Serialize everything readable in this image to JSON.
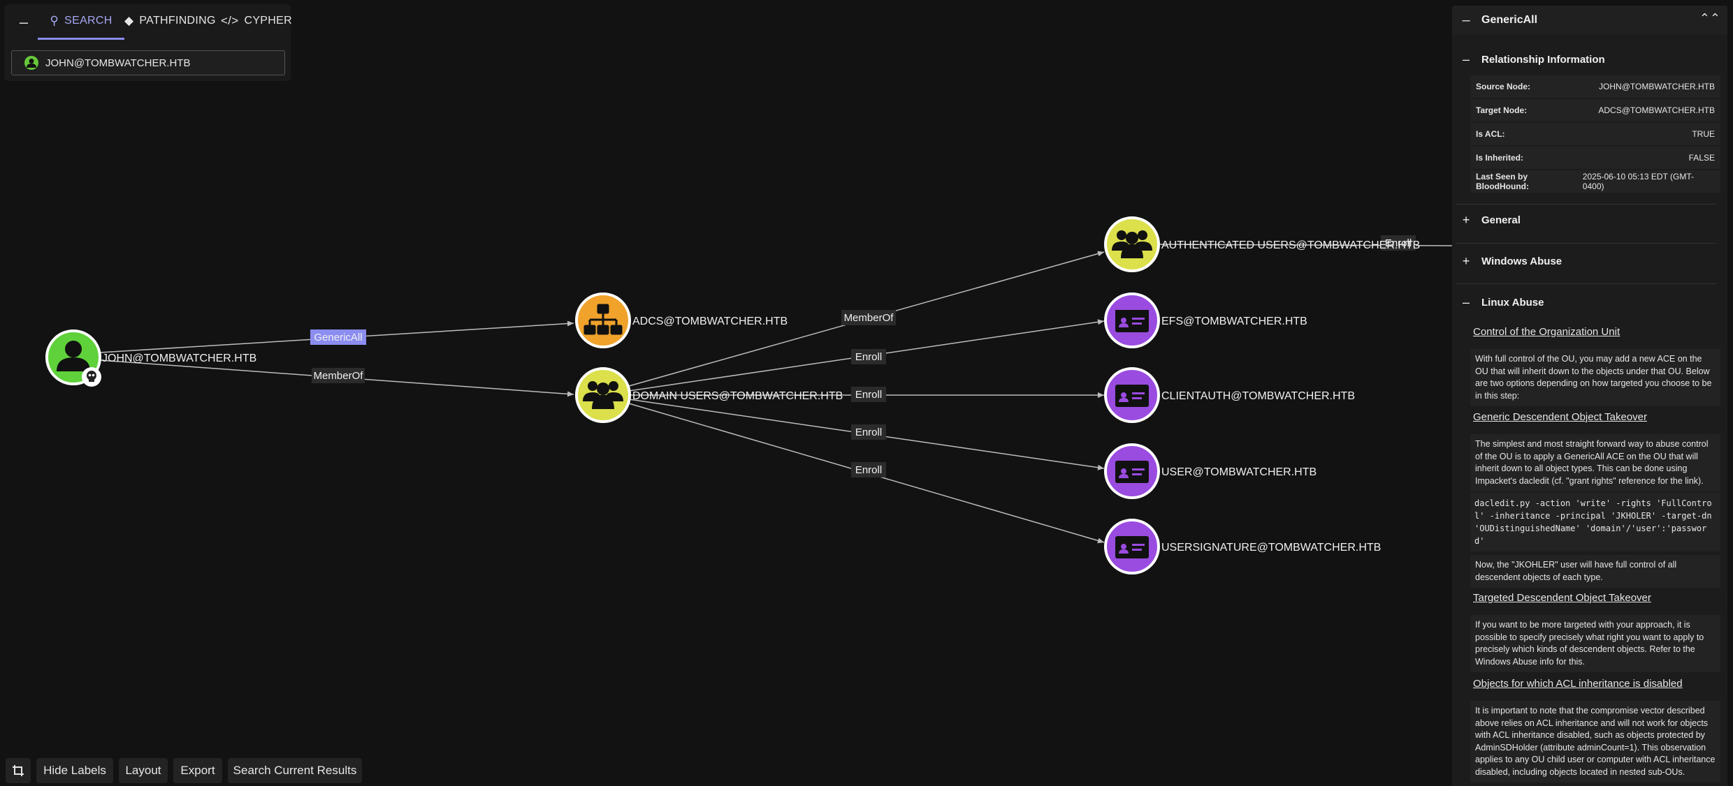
{
  "search_panel": {
    "tabs": [
      {
        "label": "SEARCH",
        "icon": "search-icon"
      },
      {
        "label": "PATHFINDING",
        "icon": "diamond-direction-icon"
      },
      {
        "label": "CYPHER",
        "icon": "code-icon"
      }
    ],
    "search_value": "JOHN@TOMBWATCHER.HTB"
  },
  "colors": {
    "user_node": "#5fd13a",
    "ou_node": "#f0a22b",
    "group_node": "#dbe04b",
    "cert_template_node": "#9a4be0",
    "accent": "#8b8df0",
    "highlighted_edge_label": "#8b8df0"
  },
  "graph": {
    "nodes": [
      {
        "id": "john",
        "label": "JOHN@TOMBWATCHER.HTB",
        "type": "user",
        "owned": true
      },
      {
        "id": "adcs",
        "label": "ADCS@TOMBWATCHER.HTB",
        "type": "ou"
      },
      {
        "id": "domusers",
        "label": "DOMAIN USERS@TOMBWATCHER.HTB",
        "type": "group"
      },
      {
        "id": "authusers",
        "label": "AUTHENTICATED USERS@TOMBWATCHER.HTB",
        "type": "group"
      },
      {
        "id": "efs",
        "label": "EFS@TOMBWATCHER.HTB",
        "type": "cert_template"
      },
      {
        "id": "clientauth",
        "label": "CLIENTAUTH@TOMBWATCHER.HTB",
        "type": "cert_template"
      },
      {
        "id": "user",
        "label": "USER@TOMBWATCHER.HTB",
        "type": "cert_template"
      },
      {
        "id": "usersig",
        "label": "USERSIGNATURE@TOMBWATCHER.HTB",
        "type": "cert_template"
      }
    ],
    "edges": [
      {
        "from": "john",
        "to": "adcs",
        "label": "GenericAll",
        "selected": true
      },
      {
        "from": "john",
        "to": "domusers",
        "label": "MemberOf"
      },
      {
        "from": "domusers",
        "to": "authusers",
        "label": "MemberOf"
      },
      {
        "from": "domusers",
        "to": "efs",
        "label": "Enroll"
      },
      {
        "from": "domusers",
        "to": "clientauth",
        "label": "Enroll"
      },
      {
        "from": "domusers",
        "to": "user",
        "label": "Enroll"
      },
      {
        "from": "domusers",
        "to": "usersig",
        "label": "Enroll"
      },
      {
        "from": "authusers",
        "to": "offscreen",
        "label": "Enroll"
      }
    ]
  },
  "toolbar": {
    "hide_labels": "Hide Labels",
    "layout": "Layout",
    "export": "Export",
    "search_current": "Search Current Results"
  },
  "panel": {
    "title": "GenericAll",
    "sections": {
      "relationship_info": "Relationship Information",
      "general": "General",
      "windows_abuse": "Windows Abuse",
      "linux_abuse": "Linux Abuse"
    },
    "relationship": [
      {
        "key": "Source Node:",
        "value": "JOHN@TOMBWATCHER.HTB"
      },
      {
        "key": "Target Node:",
        "value": "ADCS@TOMBWATCHER.HTB"
      },
      {
        "key": "Is ACL:",
        "value": "TRUE"
      },
      {
        "key": "Is Inherited:",
        "value": "FALSE"
      },
      {
        "key": "Last Seen by BloodHound:",
        "value": "2025-06-10 05:13 EDT (GMT-0400)"
      }
    ],
    "linux": {
      "h1": "Control of the Organization Unit",
      "p1": "With full control of the OU, you may add a new ACE on the OU that will inherit down to the objects under that OU. Below are two options depending on how targeted you choose to be in this step:",
      "h2": "Generic Descendent Object Takeover",
      "p2": "The simplest and most straight forward way to abuse control of the OU is to apply a GenericAll ACE on the OU that will inherit down to all object types. This can be done using Impacket's dacledit (cf. \"grant rights\" reference for the link).",
      "code": "dacledit.py -action 'write' -rights 'FullControl' -inheritance -principal 'JKHOLER' -target-dn 'OUDistinguishedName' 'domain'/'user':'password'",
      "p3": "Now, the \"JKOHLER\" user will have full control of all descendent objects of each type.",
      "h3": "Targeted Descendent Object Takeover",
      "p4": "If you want to be more targeted with your approach, it is possible to specify precisely what right you want to apply to precisely which kinds of descendent objects. Refer to the Windows Abuse info for this.",
      "h4": "Objects for which ACL inheritance is disabled",
      "p5": "It is important to note that the compromise vector described above relies on ACL inheritance and will not work for objects with ACL inheritance disabled, such as objects protected by AdminSDHolder (attribute adminCount=1). This observation applies to any OU child user or computer with ACL inheritance disabled, including objects located in nested sub-OUs."
    }
  }
}
